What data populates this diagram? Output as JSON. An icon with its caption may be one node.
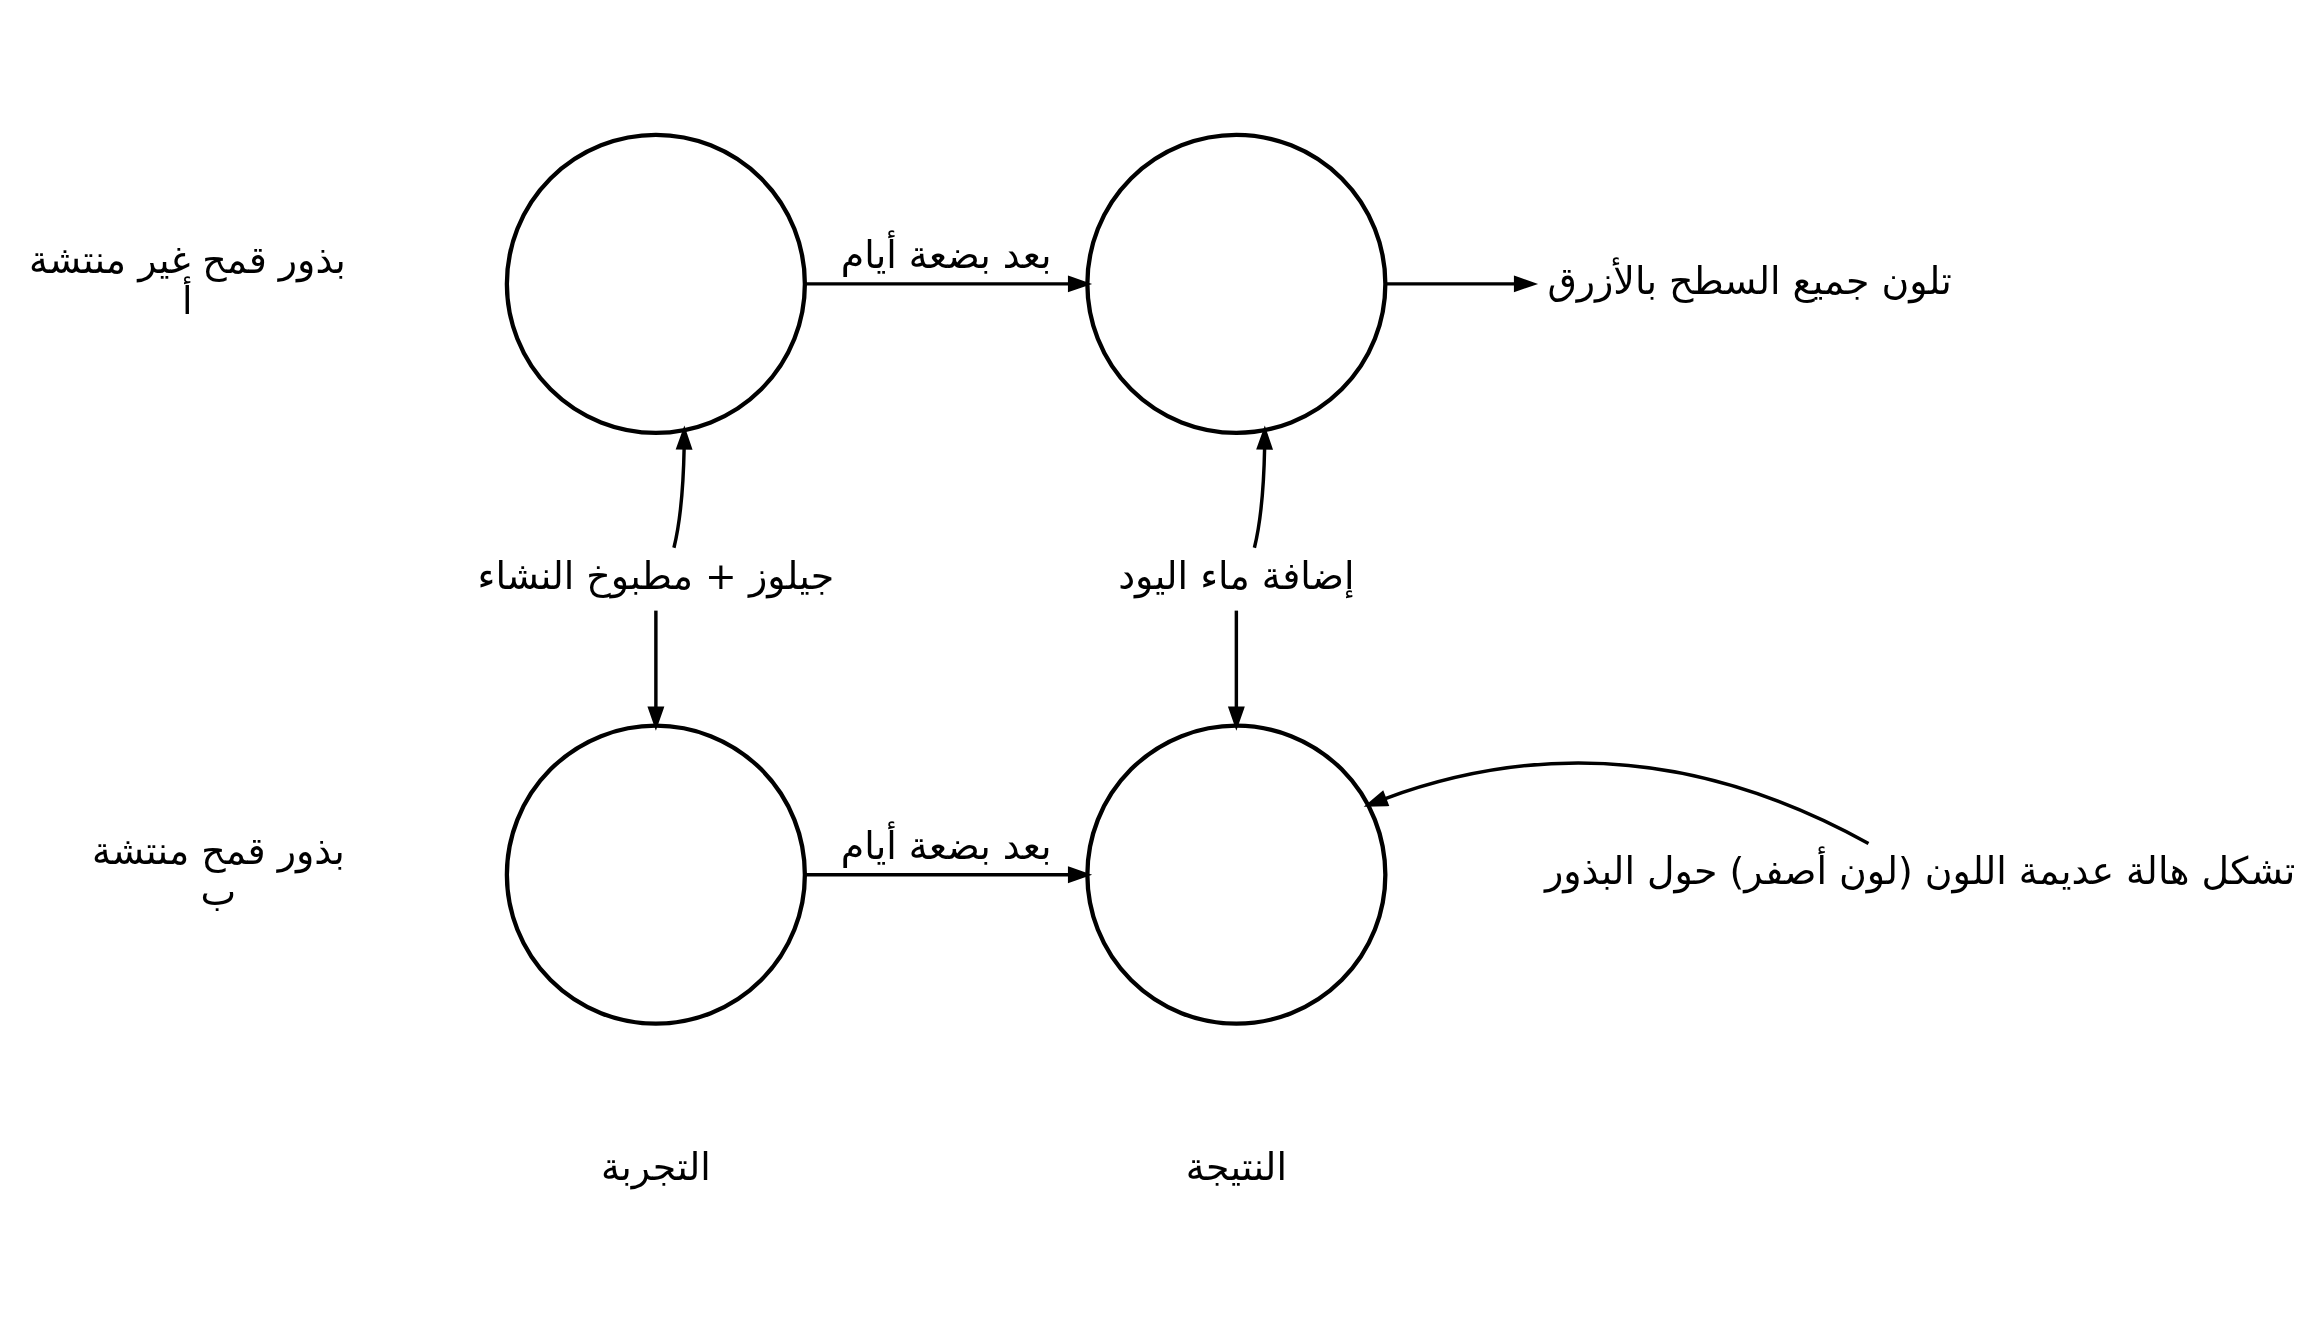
{
  "diagram": {
    "nodes": [
      {
        "text": [],
        "shape": "circle",
        "beside": [
          "بذور قمح غير منتشة",
          "أ"
        ]
      },
      {
        "text": [],
        "shape": "circle"
      },
      {
        "text": [
          "تلون جميع السطح بالأزرق"
        ]
      },
      {
        "text": [
          "جيلوز + مطبوخ النشاء"
        ]
      },
      {
        "text": [
          "إضافة ماء اليود"
        ]
      },
      {
        "text": [],
        "shape": "circle",
        "beside": [
          "بذور قمح منتشة",
          "ب"
        ]
      },
      {
        "text": [],
        "shape": "circle"
      },
      {
        "text": [
          "تشكل هالة عديمة اللون (لون أصفر) حول البذور"
        ]
      }
    ],
    "edges": [
      {
        "from": 0,
        "to": 1,
        "arrow": "to",
        "label": "بعد بضعة أيام"
      },
      {
        "from": 1,
        "to": 2,
        "arrow": "to"
      },
      {
        "from": 3,
        "to": 0,
        "arrow": "to"
      },
      {
        "from": 4,
        "to": 1,
        "arrow": "to"
      },
      {
        "from": 3,
        "to": 5,
        "arrow": "to"
      },
      {
        "from": 4,
        "to": 6,
        "arrow": "to"
      },
      {
        "from": 5,
        "to": 6,
        "arrow": "to",
        "label": "بعد بضعة أيام"
      },
      {
        "from": 7,
        "to": 6,
        "arrow": "to"
      }
    ],
    "labels": [
      "التجربة",
      "النتيجة"
    ]
  }
}
